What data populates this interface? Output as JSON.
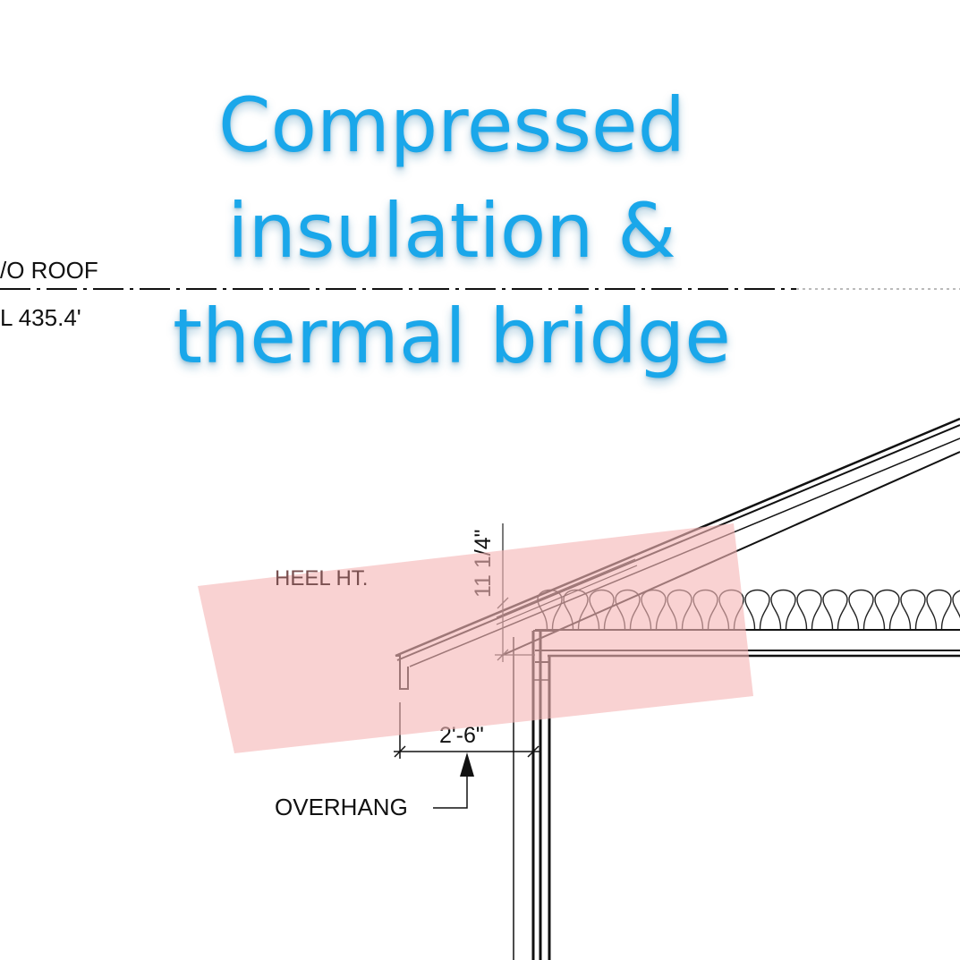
{
  "headline": {
    "line1": "Compressed",
    "line2": "insulation &",
    "line3": "thermal bridge",
    "color": "#1aa7ea"
  },
  "drawing": {
    "roof_label": "/O ROOF",
    "elevation_label": "L 435.4'",
    "heel_label": "HEEL HT.",
    "heel_dimension": "11 1/4\"",
    "overhang_dimension": "2'-6\"",
    "overhang_label": "OVERHANG"
  },
  "colors": {
    "highlight": "#f5b6b6",
    "line": "#111111",
    "headline": "#1aa7ea"
  }
}
